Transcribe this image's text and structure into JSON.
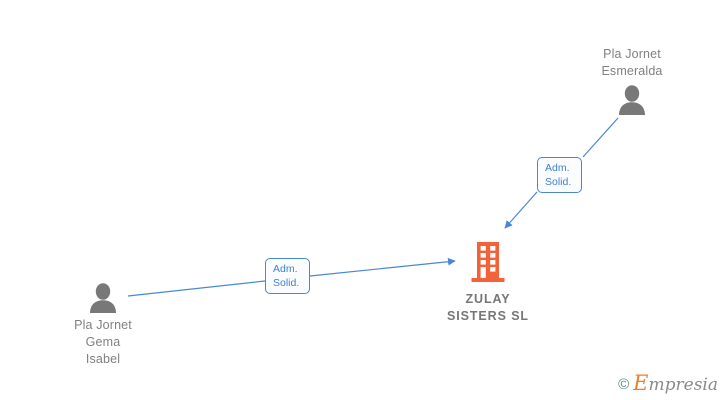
{
  "diagram": {
    "title": "ZULAY SISTERS SL shareholder / administrator diagram",
    "colors": {
      "edge": "#4a86d8",
      "label_border": "#4a86d8",
      "label_text": "#3f7fd4",
      "person": "#787878",
      "company": "#f4623a",
      "node_text": "#808080",
      "background": "#ffffff"
    },
    "nodes": [
      {
        "id": "esmeralda",
        "type": "person",
        "icon": "person-icon",
        "label": "Pla Jornet\nEsmeralda",
        "label_position": "above"
      },
      {
        "id": "gema",
        "type": "person",
        "icon": "person-icon",
        "label": "Pla Jornet\nGema\nIsabel",
        "label_position": "below"
      },
      {
        "id": "company",
        "type": "company",
        "icon": "building-icon",
        "label": "ZULAY\nSISTERS  SL",
        "label_position": "below"
      }
    ],
    "edges": [
      {
        "id": "edge-esmeralda-company",
        "from": "esmeralda",
        "to": "company",
        "label": "Adm.\nSolid.",
        "direction": "down-left",
        "arrow": true
      },
      {
        "id": "edge-gema-company",
        "from": "gema",
        "to": "company",
        "label": "Adm.\nSolid.",
        "direction": "right",
        "arrow": true
      }
    ]
  },
  "watermark": {
    "copyright": "©",
    "brand_initial": "E",
    "brand_rest": "mpresia"
  }
}
